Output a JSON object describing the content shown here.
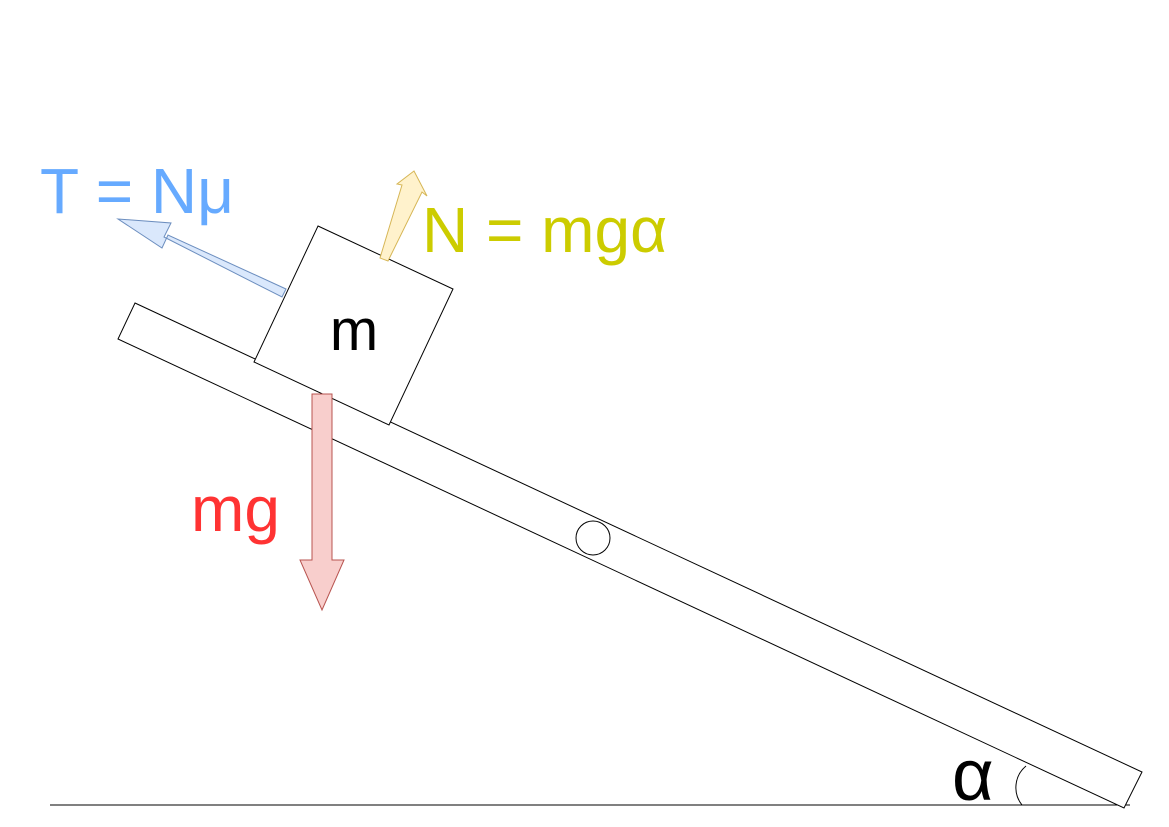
{
  "diagram": {
    "labels": {
      "friction": "T = Nμ",
      "normal": "N = mgα",
      "weight": "mg",
      "mass": "m",
      "angle": "α"
    },
    "colors": {
      "friction_text": "#66aaff",
      "friction_fill": "#dae8fc",
      "friction_stroke": "#6c8ebf",
      "normal_text": "#cccc00",
      "normal_fill": "#fff2cc",
      "normal_stroke": "#d6b656",
      "weight_text": "#ff3333",
      "weight_fill": "#f8cecc",
      "weight_stroke": "#b85450",
      "outline": "#000000"
    }
  }
}
